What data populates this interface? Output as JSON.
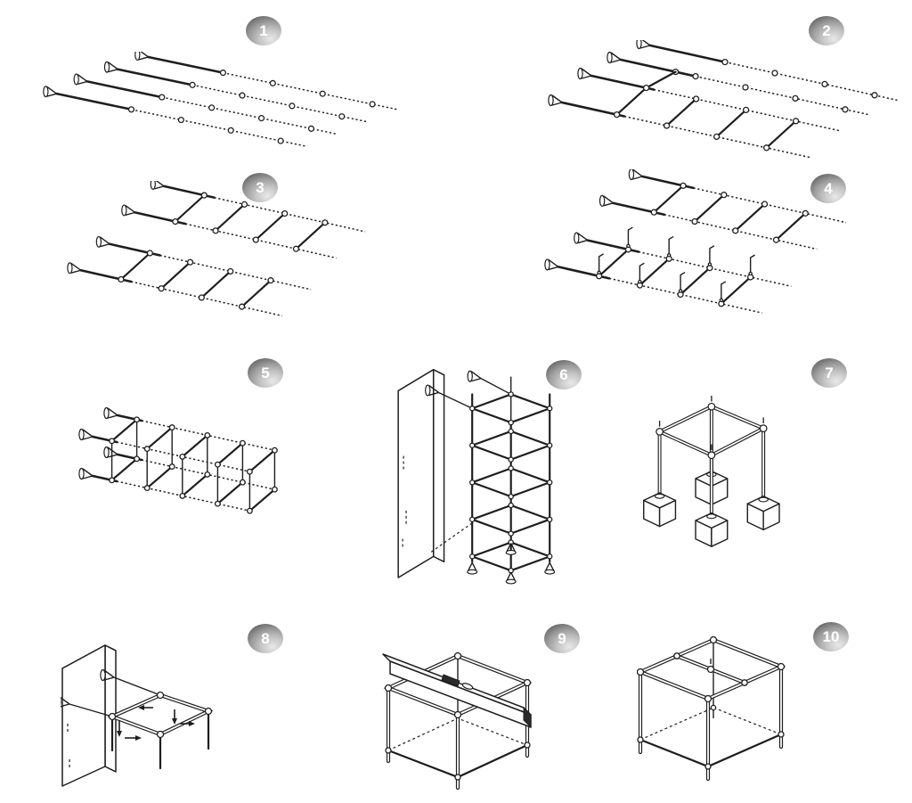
{
  "page": {
    "background": "#ffffff"
  },
  "steps": [
    {
      "number": "1",
      "name": "loose-tubes-with-connectors"
    },
    {
      "number": "2",
      "name": "first-cross-tubes-joined"
    },
    {
      "number": "3",
      "name": "two-ladder-frames-assembled"
    },
    {
      "number": "4",
      "name": "vertical-pins-inserted"
    },
    {
      "number": "5",
      "name": "double-layer-truss"
    },
    {
      "number": "6",
      "name": "stacked-frames-beside-plank"
    },
    {
      "number": "7",
      "name": "legs-set-in-cube-blocks"
    },
    {
      "number": "8",
      "name": "frame-fixed-to-wall"
    },
    {
      "number": "9",
      "name": "level-beam-on-cube-frame"
    },
    {
      "number": "10",
      "name": "completed-frame"
    }
  ],
  "badge": {
    "text_color": "#ffffff",
    "gradient_dark": "#3f3f3f",
    "gradient_light": "#e9e9e9"
  },
  "artwork": {
    "line_color": "#1e1e1e",
    "fill_color": "#ffffff"
  }
}
